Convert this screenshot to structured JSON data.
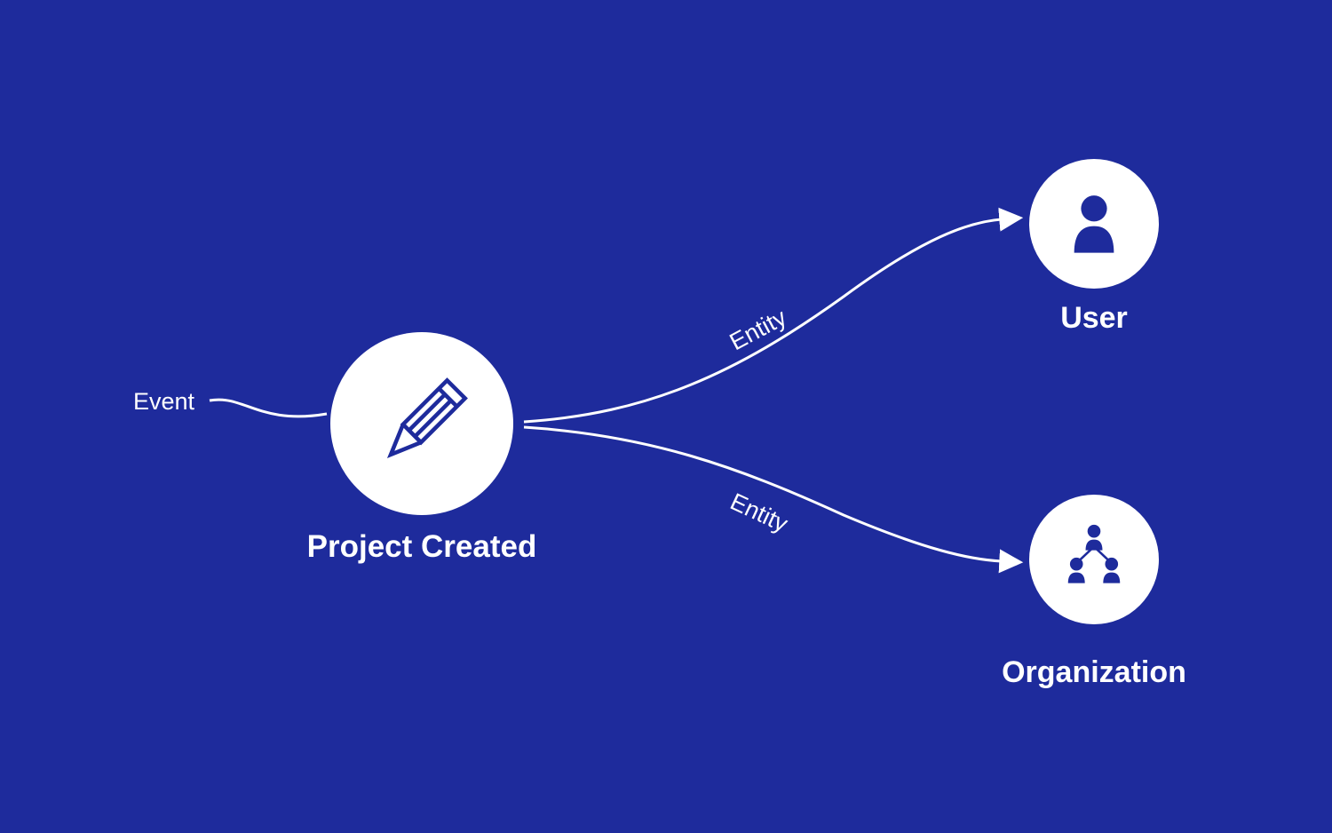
{
  "colors": {
    "background": "#1e2b9c",
    "node_fill": "#ffffff",
    "icon_blue": "#1e2b9c",
    "line": "#ffffff",
    "text": "#ffffff"
  },
  "diagram": {
    "event": {
      "label": "Event"
    },
    "project": {
      "label": "Project Created",
      "icon": "pencil-icon"
    },
    "edges": [
      {
        "label": "Entity",
        "from": "Project Created",
        "to": "User"
      },
      {
        "label": "Entity",
        "from": "Project Created",
        "to": "Organization"
      }
    ],
    "targets": [
      {
        "label": "User",
        "icon": "user-icon"
      },
      {
        "label": "Organization",
        "icon": "organization-icon"
      }
    ]
  }
}
